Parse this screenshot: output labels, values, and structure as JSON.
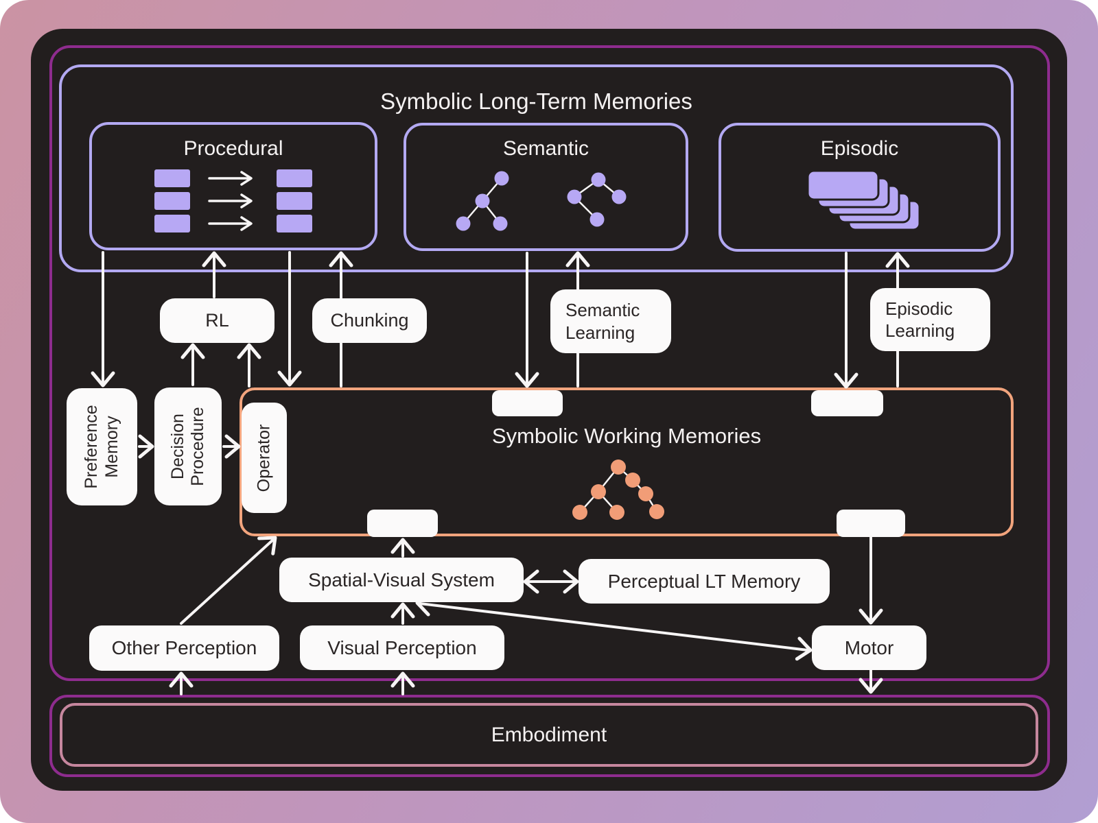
{
  "colors": {
    "background_gradient_start": "#cb93a3",
    "background_gradient_end": "#b19ed2",
    "panel_dark": "#221e1e",
    "outer_border_magenta": "#8e2c8e",
    "ltm_border_periwinkle": "#b3a9f2",
    "icon_fill_periwinkle": "#b7a8f4",
    "wm_border_orange": "#f2a47d",
    "wm_node_orange": "#f19d77",
    "embodiment_border_pink": "#c6879e",
    "arrow_white": "#f7f5f5",
    "label_box_fill": "#fbfafa",
    "label_text_dark": "#2b2626",
    "title_text_light": "#f5f2f2"
  },
  "ltm": {
    "title": "Symbolic Long-Term Memories",
    "modules": [
      {
        "label": "Procedural",
        "icon": "rules-transform-icon"
      },
      {
        "label": "Semantic",
        "icon": "graph-nodes-icon"
      },
      {
        "label": "Episodic",
        "icon": "stacked-cards-icon"
      }
    ]
  },
  "learning": {
    "rl": "RL",
    "chunking": "Chunking",
    "semantic_learning": "Semantic\nLearning",
    "episodic_learning": "Episodic\nLearning"
  },
  "decision_cycle": {
    "preference_memory": "Preference\nMemory",
    "decision_procedure": "Decision\nProcedure",
    "operator": "Operator"
  },
  "working_memory": {
    "title": "Symbolic Working Memories",
    "icon": "tree-icon"
  },
  "perception_action": {
    "spatial_visual_system": "Spatial-Visual System",
    "perceptual_lt_memory": "Perceptual LT Memory",
    "other_perception": "Other Perception",
    "visual_perception": "Visual Perception",
    "motor": "Motor"
  },
  "embodiment": {
    "label": "Embodiment"
  }
}
